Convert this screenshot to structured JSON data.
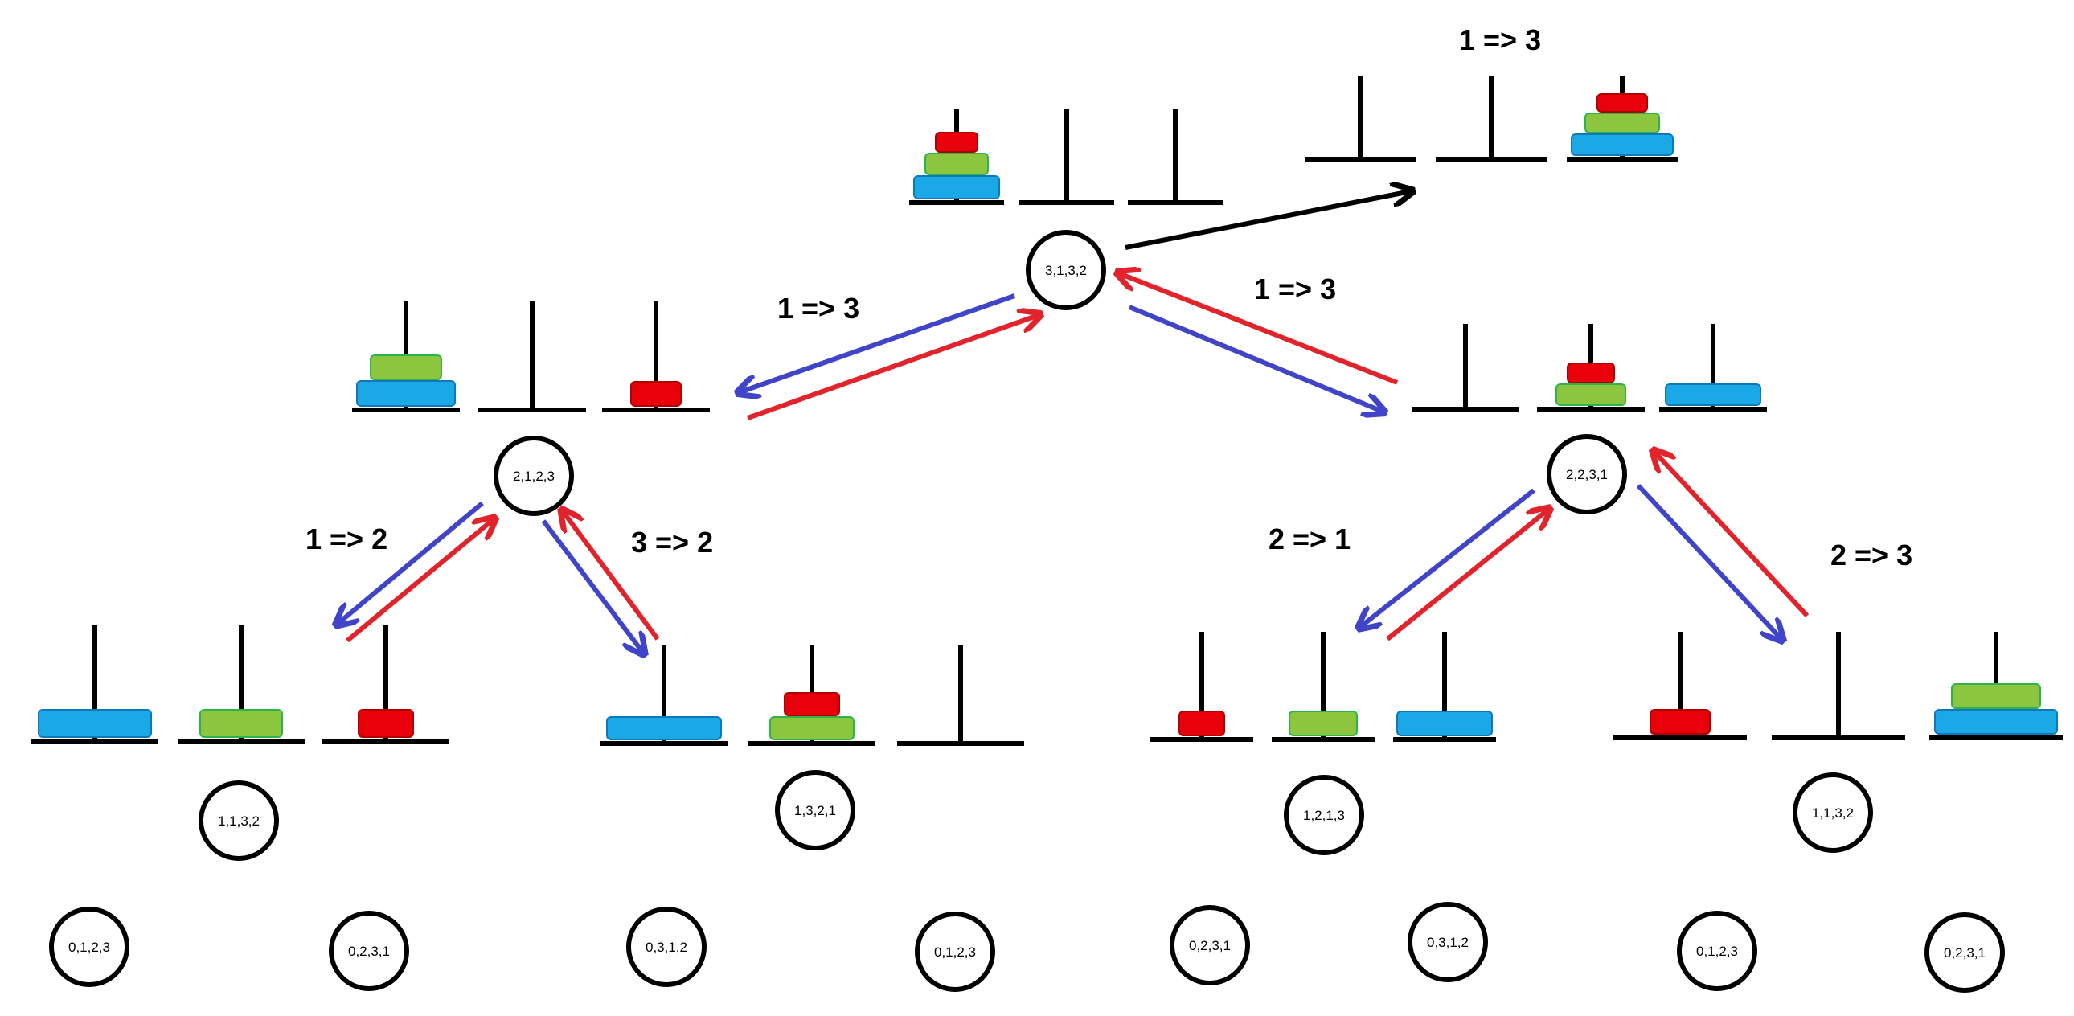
{
  "colors": {
    "red_arrow": "#e3232c",
    "blue_arrow": "#3f44c9",
    "black_arrow": "#000000",
    "disk_small": "#e8000a",
    "disk_medium": "#8cc63f",
    "disk_large": "#1ba8e6"
  },
  "labels": {
    "goal_move": "1 => 3",
    "root_left": "1 => 3",
    "root_right": "1 => 3",
    "left_left": "1 => 2",
    "left_right": "3 => 2",
    "right_left": "2 => 1",
    "right_right": "2 => 3"
  },
  "nodes": {
    "root": "3,1,3,2",
    "left": "2,1,2,3",
    "right": "2,2,3,1",
    "ll": "1,1,3,2",
    "lr": "1,3,2,1",
    "rl": "1,2,1,3",
    "rr": "1,1,3,2",
    "leaf1": "0,1,2,3",
    "leaf2": "0,2,3,1",
    "leaf3": "0,3,1,2",
    "leaf4": "0,1,2,3",
    "leaf5": "0,2,3,1",
    "leaf6": "0,3,1,2",
    "leaf7": "0,1,2,3",
    "leaf8": "0,2,3,1"
  },
  "states": {
    "start": [
      [
        "large",
        "medium",
        "small"
      ],
      [],
      []
    ],
    "goal": [
      [],
      [],
      [
        "large",
        "medium",
        "small"
      ]
    ],
    "left": [
      [
        "large",
        "medium"
      ],
      [],
      [
        "small"
      ]
    ],
    "right": [
      [],
      [
        "medium",
        "small"
      ],
      [
        "large"
      ]
    ],
    "ll": [
      [
        "large"
      ],
      [
        "medium"
      ],
      [
        "small"
      ]
    ],
    "lr": [
      [
        "large"
      ],
      [
        "medium",
        "small"
      ],
      []
    ],
    "rl": [
      [
        "small"
      ],
      [
        "medium"
      ],
      [
        "large"
      ]
    ],
    "rr": [
      [
        "small"
      ],
      [],
      [
        "large",
        "medium"
      ]
    ]
  }
}
